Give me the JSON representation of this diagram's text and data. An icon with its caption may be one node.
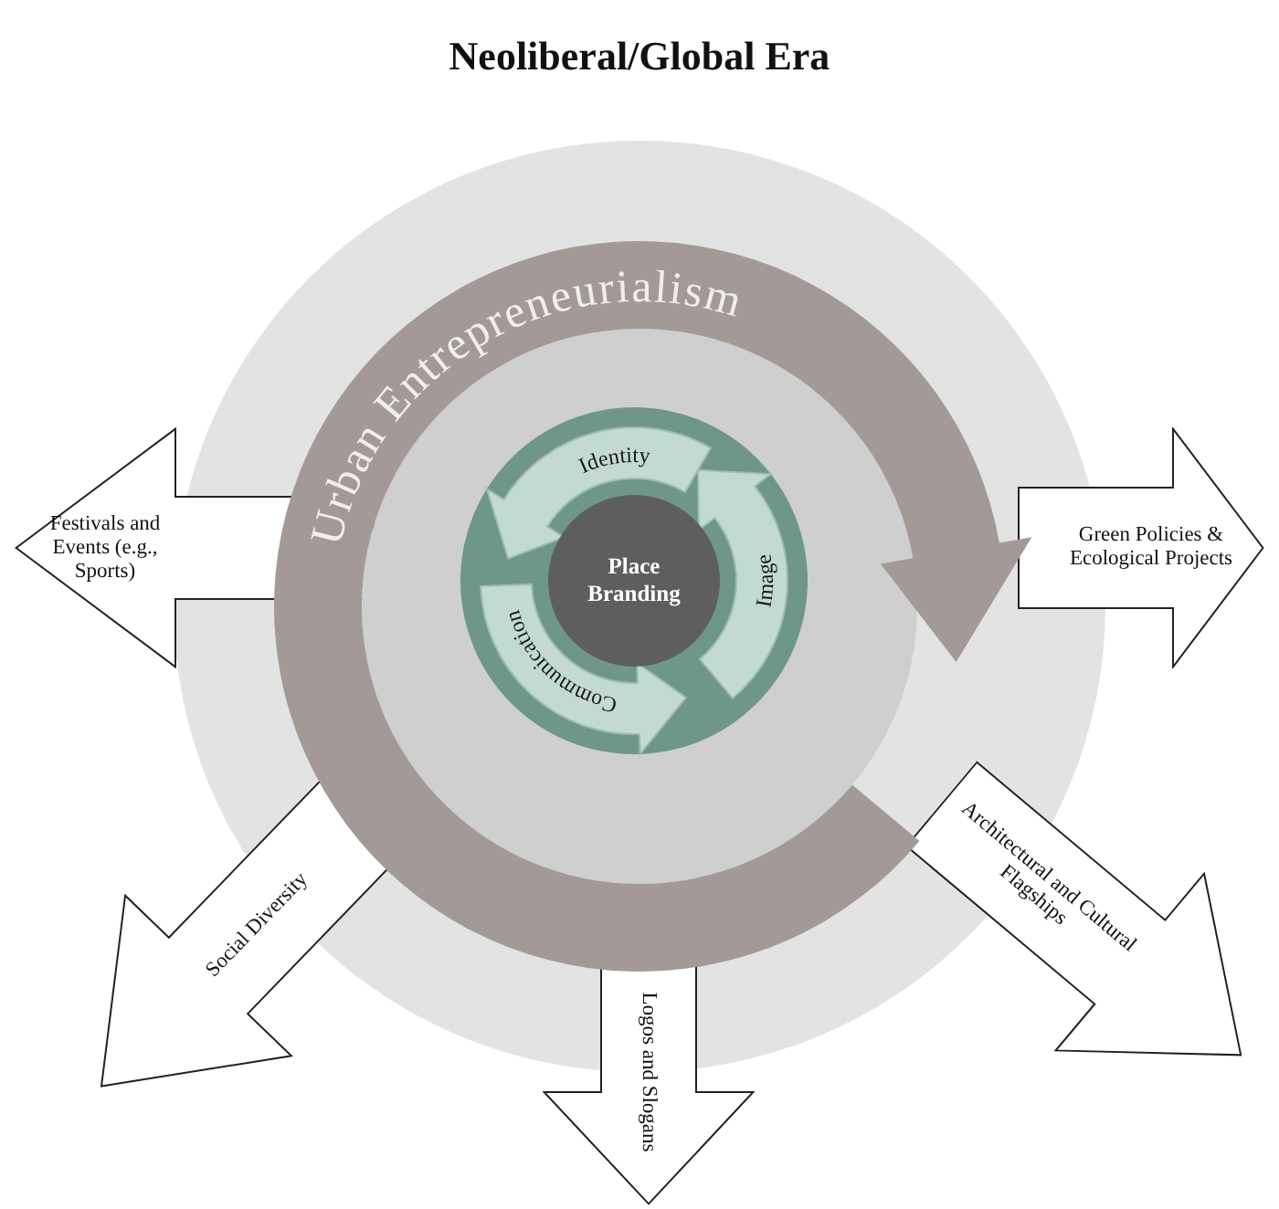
{
  "diagram": {
    "title": "Neoliberal/Global Era",
    "nodes": [
      {
        "text": [
          "Urban Entrepreneurialism"
        ]
      },
      {
        "text": [
          "Identity"
        ]
      },
      {
        "text": [
          "Festivals and Events (e.g., Sports)"
        ]
      },
      {
        "text": [
          "Green Policies & Ecological Projects"
        ]
      },
      {
        "text": [
          "Image"
        ]
      },
      {
        "text": [
          "Place Branding"
        ]
      },
      {
        "text": [
          "Communication"
        ]
      },
      {
        "text": [
          "Social Diversity"
        ]
      },
      {
        "text": [
          "Architectural and Cultural Flagships"
        ]
      },
      {
        "text": [
          "Logos and Slogans"
        ]
      }
    ]
  }
}
